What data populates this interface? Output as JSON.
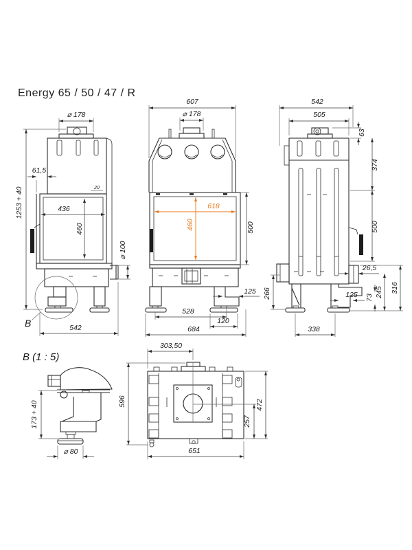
{
  "title": "Energy 65 / 50 / 47 / R",
  "colors": {
    "accent": "#e87617",
    "line": "#2e2e2e"
  },
  "labels": {
    "left": {
      "flue_d": "⌀ 178",
      "front_offset": "61,5",
      "total_height": "1253 + 40",
      "glass_offset": "20",
      "opening_width": "436",
      "opening_height": "460",
      "duct_d": "⌀ 100",
      "depth": "542",
      "detail_ref": "B"
    },
    "front": {
      "overall_width": "607",
      "flue_d": "⌀ 178",
      "glass_width": "618",
      "glass_height": "460",
      "firebox_height": "500",
      "bracket": "125",
      "leg_span": "528",
      "foot_width": "120",
      "overall_width_base": "684"
    },
    "rear": {
      "overall_depth": "542",
      "body_depth": "505",
      "collar_h": "63",
      "upper_h": "374",
      "firebox_h": "500",
      "handle_off": "26,5",
      "h_245": "245",
      "h_316": "316",
      "bracket": "125",
      "h_73": "73",
      "base_h": "266",
      "leg_span": "338"
    },
    "detail_b": {
      "title": "B (1 : 5)",
      "height": "173 + 40",
      "foot_d": "⌀ 80"
    },
    "plan": {
      "flue_offset": "303,50",
      "depth": "596",
      "width": "651",
      "rear_offset": "257",
      "inner_depth": "472"
    }
  }
}
